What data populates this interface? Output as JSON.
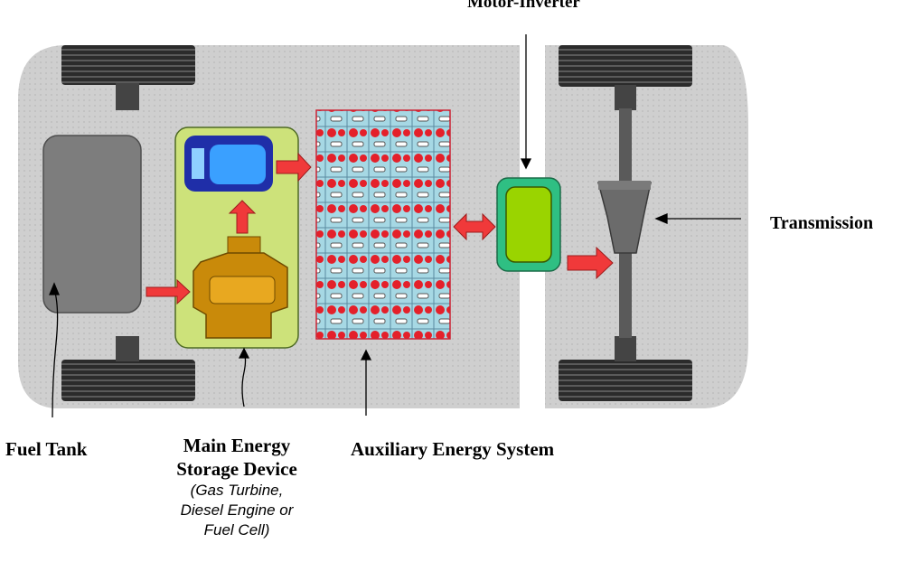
{
  "labels": {
    "motor_inverter": "Motor-Inverter",
    "transmission": "Transmission",
    "fuel_tank": "Fuel Tank",
    "main_energy_line1": "Main Energy",
    "main_energy_line2": "Storage Device",
    "main_energy_sub1": "(Gas Turbine,",
    "main_energy_sub2": "Diesel Engine or",
    "main_energy_sub3": "Fuel Cell)",
    "auxiliary": "Auxiliary Energy System"
  },
  "colors": {
    "chassis": "#c9c9c9",
    "tire": "#2a2a2a",
    "fuel_tank": "#7d7d7d",
    "storage_box": "#cde27a",
    "motor_block": "#1f2ea8",
    "motor_inner": "#3aa0ff",
    "engine": "#c98a0a",
    "battery_cell": "#9fd6e0",
    "battery_dot": "#e4202a",
    "inverter_outer": "#2fbf83",
    "inverter_inner": "#9ad400",
    "arrow": "#f0393a",
    "shaft": "#555555"
  }
}
